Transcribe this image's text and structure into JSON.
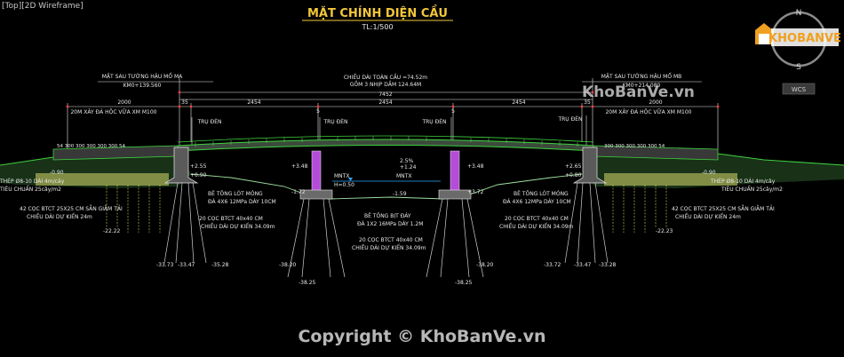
{
  "viewport": {
    "view_label": "[Top][2D Wireframe]"
  },
  "drawing": {
    "title": "MẶT CHÍNH DIỆN CẦU",
    "scale": "TL:1/500",
    "total_length_label": "CHIỀU DÀI TOÀN CẦU =74.52m",
    "spans_label": "GỒM 3 NHỊP DẦM 124.64M",
    "overall_dim": "7452",
    "left_abutment_label": "MẶT SAU TƯỜNG HẬU MỐ MA",
    "left_abutment_station": "KM0+139.560",
    "right_abutment_label": "MẶT SAU TƯỜNG HẬU MỐ MB",
    "right_abutment_station": "KM0+214.080",
    "dims": [
      "2000",
      "35",
      "2454",
      "5",
      "2454",
      "5",
      "2454",
      "35",
      "2000"
    ],
    "left_slope_note": "20M XÂY ĐÁ HỘC VỮA XM M100",
    "right_slope_note": "20M XÂY ĐÁ HỘC VỮA XM M100",
    "light_pole_labels": [
      "TRỤ ĐÈN",
      "TRỤ ĐÈN",
      "TRỤ ĐÈN",
      "TRỤ ĐÈN"
    ],
    "left_small_dims": "54 300 300 300 300 300 54",
    "right_small_dims": "300 300 300 300 300 54",
    "elevations": {
      "left_deck": "+2.55",
      "left_top": "+0.90",
      "left_mid": "-0.90",
      "right_deck": "+2.65",
      "right_top": "+0.80",
      "right_mid": "-0.90",
      "p1_top": "+3.48",
      "p2_top": "+3.48",
      "p1_foot": "-1.72",
      "p2_foot": "+3.72",
      "mid_slope": "+1.24",
      "mntx": "MNTX",
      "mnl": "MNTX",
      "h": "H=0.50",
      "p_bottom": "-1.59",
      "pct": "2.5%",
      "left_pile_a": "-22.22",
      "left_pile_b": "-33.73",
      "left_pile_c": "-33.47",
      "left_pile_d": "-35.28",
      "p1_pile_a": "-38.20",
      "p1_pile_b": "-38.25",
      "p2_pile_a": "-38.20",
      "p2_pile_b": "-38.25",
      "right_pile_a": "-22.23",
      "right_pile_b": "-33.72",
      "right_pile_c": "-33.47",
      "right_pile_d": "-33.28"
    },
    "left_notes": {
      "n1": "THÉP Ø8-10 DÀI 4m/cây",
      "n2": "TIÊU CHUẨN 25cây/m2",
      "n3": "42 CỌC BTCT 25X25 CM SẴN GIẰM TẢI",
      "n4": "CHIỀU DÀI DỰ KIẾN 24m",
      "n5": "BÊ TÔNG LÓT MÓNG",
      "n6": "ĐÁ 4X6 12MPa DÀY 10CM",
      "n7": "20 CỌC BTCT 40x40 CM",
      "n8": "CHIỀU DÀI DỰ KIẾN 34.09m"
    },
    "center_notes": {
      "n1": "BÊ TÔNG BỊT ĐÁY",
      "n2": "ĐÁ 1X2 16MPa DÀY 1.2M",
      "n3": "20 CỌC BTCT 40x40 CM",
      "n4": "CHIỀU DÀI DỰ KIẾN 34.09m"
    },
    "right_notes": {
      "n1": "THÉP Ø8-10 DÀI 4m/cây",
      "n2": "TIÊU CHUẨN 25cây/m2",
      "n3": "42 CỌC BTCT 25X25 CM SẴN GIẰM TẢI",
      "n4": "CHIỀU DÀI DỰ KIẾN 24m",
      "n5": "BÊ TÔNG LÓT MÓNG",
      "n6": "ĐÁ 4X6 12MPa DÀY 10CM",
      "n7": "20 CỌC BTCT 40x40 CM",
      "n8": "CHIỀU DÀI DỰ KIẾN 34.09m"
    }
  },
  "compass": {
    "north": "N",
    "south": "S",
    "wcs": "WCS"
  },
  "watermark": {
    "logo_text": "KHOBANVE",
    "mid_text": "KhoBanVe.vn",
    "copyright": "Copyright © KhoBanVe.vn"
  },
  "colors": {
    "title": "#f2c73a",
    "deck": "#3fd13f",
    "text": "#e8e8e8",
    "pier": "#b44cd8",
    "dim": "#ff3f3f",
    "water": "#2aa7ff"
  }
}
